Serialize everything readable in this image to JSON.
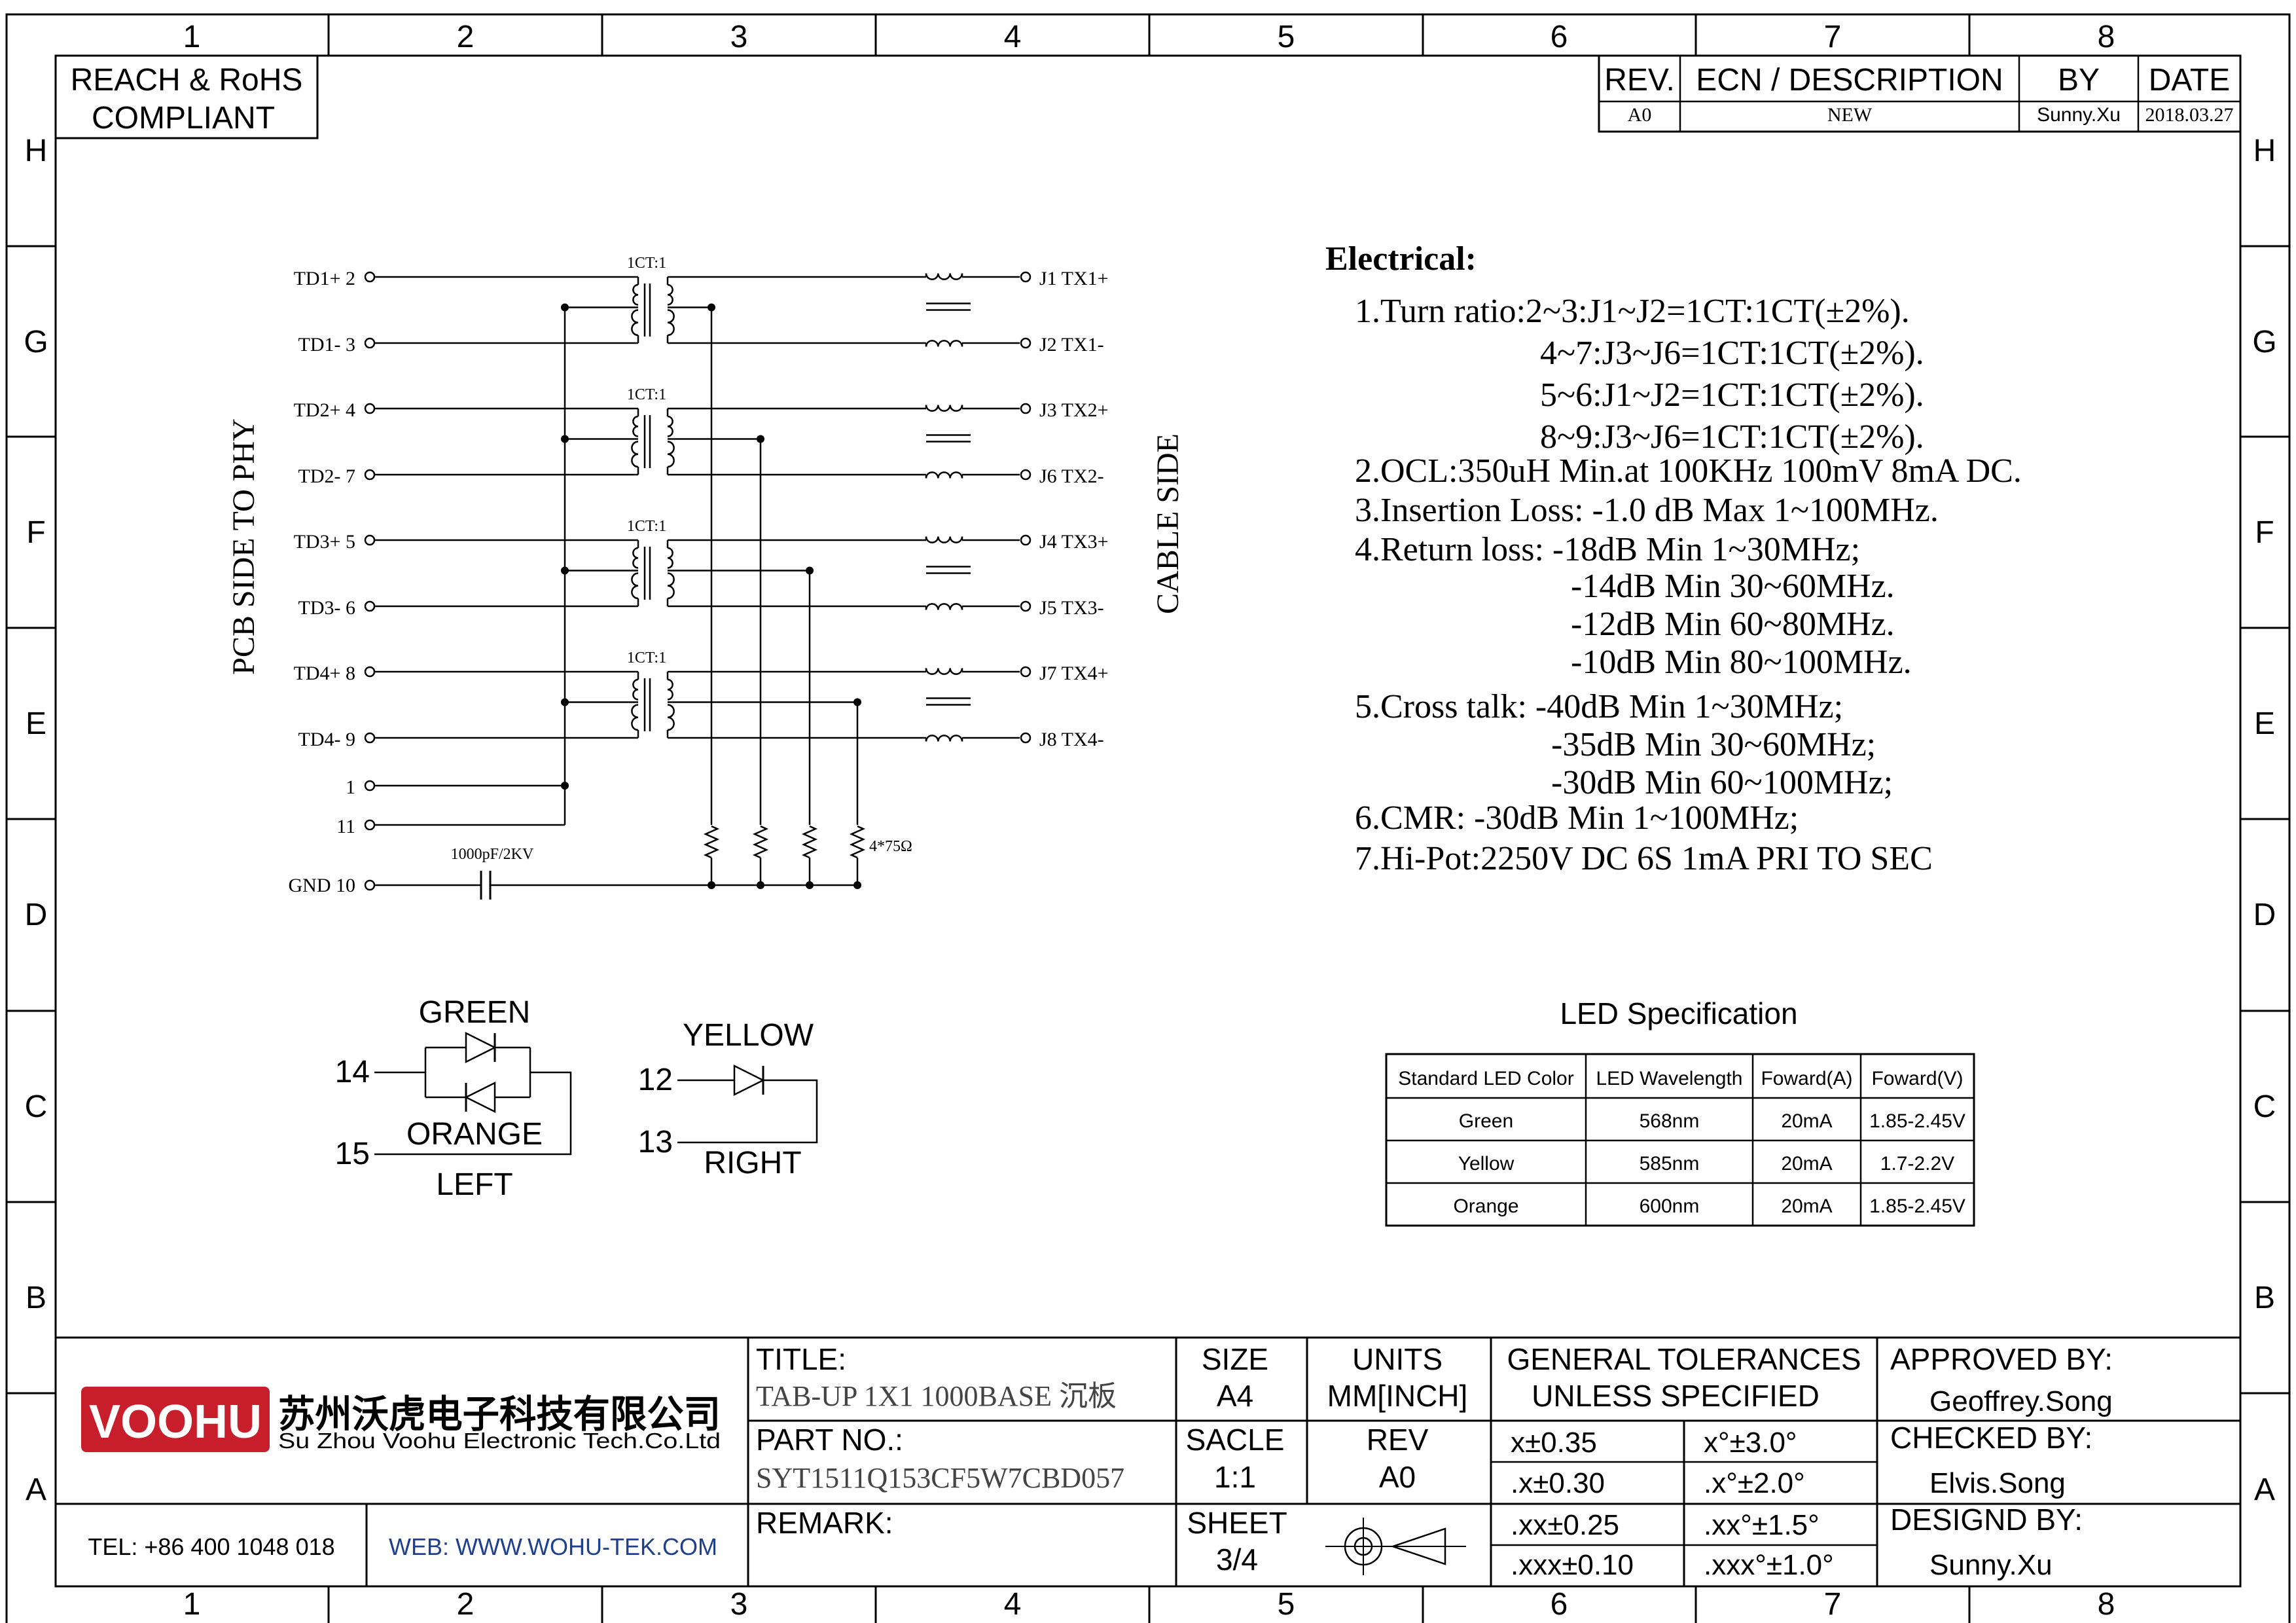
{
  "border": {
    "columns": [
      "1",
      "2",
      "3",
      "4",
      "5",
      "6",
      "7",
      "8"
    ],
    "rows": [
      "H",
      "G",
      "F",
      "E",
      "D",
      "C",
      "B",
      "A"
    ]
  },
  "compliance": [
    "REACH & RoHS",
    "COMPLIANT"
  ],
  "revision": {
    "headers": [
      "REV.",
      "ECN / DESCRIPTION",
      "BY",
      "DATE"
    ],
    "row": [
      "A0",
      "NEW",
      "Sunny.Xu",
      "2018.03.27"
    ]
  },
  "schematic": {
    "left_pins": [
      {
        "label": "TD1+ 2"
      },
      {
        "label": "TD1- 3"
      },
      {
        "label": "TD2+ 4"
      },
      {
        "label": "TD2- 7"
      },
      {
        "label": "TD3+ 5"
      },
      {
        "label": "TD3- 6"
      },
      {
        "label": "TD4+ 8"
      },
      {
        "label": "TD4- 9"
      }
    ],
    "extra_pins": [
      "1",
      "11"
    ],
    "gnd_label": "GND 10",
    "cap_label": "1000pF/2KV",
    "ratio_label": "1CT:1",
    "right_pins": [
      {
        "label": "J1  TX1+"
      },
      {
        "label": "J2  TX1-"
      },
      {
        "label": "J3  TX2+"
      },
      {
        "label": "J6  TX2-"
      },
      {
        "label": "J4  TX3+"
      },
      {
        "label": "J5  TX3-"
      },
      {
        "label": "J7  TX4+"
      },
      {
        "label": "J8  TX4-"
      }
    ],
    "resistor_label": "4*75Ω",
    "side_left": "PCB SIDE TO PHY",
    "side_right": "CABLE SIDE"
  },
  "led_circuit": {
    "left": {
      "top_label": "GREEN",
      "bottom_label": "ORANGE",
      "pin_a": "14",
      "pin_b": "15",
      "caption": "LEFT"
    },
    "right": {
      "top_label": "YELLOW",
      "pin_a": "12",
      "pin_b": "13",
      "caption": "RIGHT"
    }
  },
  "electrical": {
    "title": "Electrical:",
    "lines": [
      "1.Turn ratio:2~3:J1~J2=1CT:1CT(±2%).",
      "4~7:J3~J6=1CT:1CT(±2%).",
      "5~6:J1~J2=1CT:1CT(±2%).",
      "8~9:J3~J6=1CT:1CT(±2%).",
      "2.OCL:350uH Min.at 100KHz 100mV 8mA DC.",
      "3.Insertion Loss: -1.0 dB Max 1~100MHz.",
      "4.Return loss: -18dB Min 1~30MHz;",
      "-14dB Min 30~60MHz.",
      "-12dB Min 60~80MHz.",
      "-10dB Min 80~100MHz.",
      "5.Cross talk: -40dB Min 1~30MHz;",
      "-35dB Min 30~60MHz;",
      "-30dB Min 60~100MHz;",
      "6.CMR: -30dB Min 1~100MHz;",
      "7.Hi-Pot:2250V DC 6S 1mA PRI TO SEC"
    ]
  },
  "led_spec": {
    "title": "LED Specification",
    "headers": [
      "Standard LED Color",
      "LED Wavelength",
      "Foward(A)",
      "Foward(V)"
    ],
    "rows": [
      [
        "Green",
        "568nm",
        "20mA",
        "1.85-2.45V"
      ],
      [
        "Yellow",
        "585nm",
        "20mA",
        "1.7-2.2V"
      ],
      [
        "Orange",
        "600nm",
        "20mA",
        "1.85-2.45V"
      ]
    ]
  },
  "title_block": {
    "logo": "VOOHU",
    "company_cn": "苏州沃虎电子科技有限公司",
    "company_en": "Su Zhou Voohu Electronic Tech.Co.Ltd",
    "tel": "TEL: +86 400 1048 018",
    "web": "WEB: WWW.WOHU-TEK.COM",
    "title_label": "TITLE:",
    "title_value": "TAB-UP 1X1 1000BASE 沉板",
    "part_label": "PART NO.:",
    "part_value": "SYT1511Q153CF5W7CBD057",
    "remark_label": "REMARK:",
    "size_label": "SIZE",
    "size_value": "A4",
    "units_label": "UNITS",
    "units_value": "MM[INCH]",
    "scale_label": "SACLE",
    "scale_value": "1:1",
    "rev_label": "REV",
    "rev_value": "A0",
    "sheet_label": "SHEET",
    "sheet_value": "3/4",
    "tol_header": [
      "GENERAL TOLERANCES",
      "UNLESS SPECIFIED"
    ],
    "tolerances": [
      [
        "x±0.35",
        "x°±3.0°"
      ],
      [
        ".x±0.30",
        ".x°±2.0°"
      ],
      [
        ".xx±0.25",
        ".xx°±1.5°"
      ],
      [
        ".xxx±0.10",
        ".xxx°±1.0°"
      ]
    ],
    "approved_label": "APPROVED BY:",
    "approved_value": "Geoffrey.Song",
    "checked_label": "CHECKED BY:",
    "checked_value": "Elvis.Song",
    "designed_label": "DESIGND BY:",
    "designed_value": "Sunny.Xu"
  }
}
